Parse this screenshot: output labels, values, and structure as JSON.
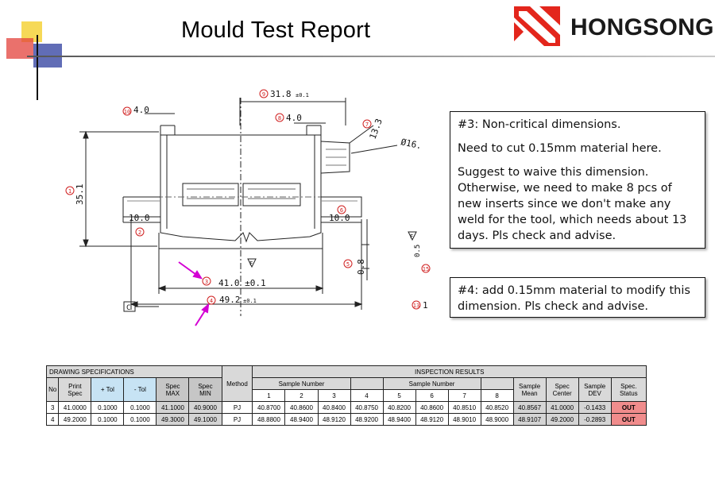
{
  "header": {
    "title": "Mould Test Report",
    "logo_text": "HONGSONG"
  },
  "drawing": {
    "dims": {
      "d31_8": "31.8",
      "d31_8_tol": "±0.1",
      "d4_top_left": "4.0",
      "d4_top_right": "4.0",
      "d13_3": "13.3",
      "d_phi16": "Ø16.",
      "d35_1": "35.1",
      "d10_left": "10.0",
      "d10_right": "10.0",
      "d41_0": "41.0 ±0.1",
      "d49_2": "49.2",
      "d49_2_tol": "±0.1",
      "d0_8": "0.8",
      "datum_c": "C",
      "datum_f": "F",
      "d0_5": "0.5",
      "frag_1": "1"
    },
    "balloons": [
      "9",
      "8",
      "10",
      "7",
      "1",
      "6",
      "2",
      "5",
      "3",
      "4",
      "13",
      "15"
    ]
  },
  "notes": {
    "note1": [
      "#3: Non-critical dimensions.",
      "Need to cut 0.15mm material here.",
      "Suggest to waive this dimension. Otherwise, we need to make 8 pcs of new inserts since we don't make any weld for the tool, which needs about 13 days. Pls check and advise."
    ],
    "note2": "#4: add 0.15mm material  to modify this dimension. Pls check and advise."
  },
  "table": {
    "drawing_spec_title": "DRAWING SPECIFICATIONS",
    "method_title": "Method",
    "inspection_title": "INSPECTION RESULTS",
    "sample_number": "Sample Number",
    "headers": {
      "no": "No",
      "print_spec": [
        "Print",
        "Spec"
      ],
      "plus_tol": "+ Tol",
      "minus_tol": "- Tol",
      "spec_max": [
        "Spec",
        "MAX"
      ],
      "spec_min": [
        "Spec",
        "MIN"
      ],
      "sample_mean": [
        "Sample",
        "Mean"
      ],
      "spec_center": [
        "Spec",
        "Center"
      ],
      "sample_dev": [
        "Sample",
        "DEV"
      ],
      "spec_status": [
        "Spec.",
        "Status"
      ]
    },
    "sample_cols": [
      "1",
      "2",
      "3",
      "4",
      "5",
      "6",
      "7",
      "8"
    ],
    "rows": [
      {
        "no": "3",
        "print": "41.0000",
        "plus": "0.1000",
        "minus": "0.1000",
        "max": "41.1000",
        "min": "40.9000",
        "method": "PJ",
        "samples": [
          "40.8700",
          "40.8600",
          "40.8400",
          "40.8750",
          "40.8200",
          "40.8600",
          "40.8510",
          "40.8520"
        ],
        "mean": "40.8567",
        "center": "41.0000",
        "dev": "-0.1433",
        "status": "OUT"
      },
      {
        "no": "4",
        "print": "49.2000",
        "plus": "0.1000",
        "minus": "0.1000",
        "max": "49.3000",
        "min": "49.1000",
        "method": "PJ",
        "samples": [
          "48.8800",
          "48.9400",
          "48.9120",
          "48.9200",
          "48.9400",
          "48.9120",
          "48.9010",
          "48.9000"
        ],
        "mean": "48.9107",
        "center": "49.2000",
        "dev": "-0.2893",
        "status": "OUT"
      }
    ]
  }
}
